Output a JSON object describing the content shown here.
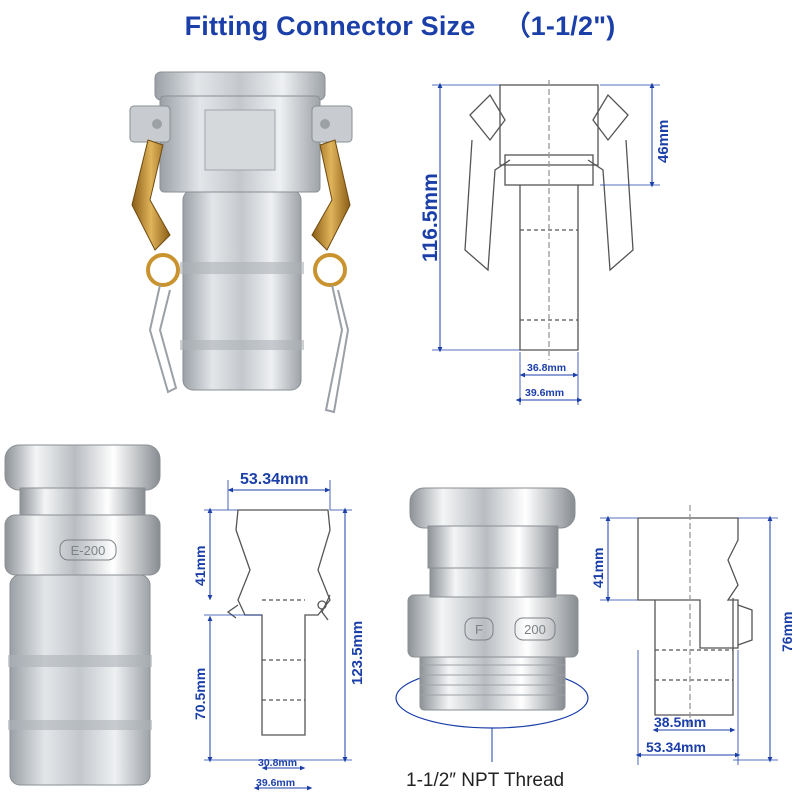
{
  "title": {
    "main": "Fitting Connector Size",
    "size": "（1-1/2\")"
  },
  "colors": {
    "accent": "#1b3fa8",
    "metal": "#c9cdd2",
    "brass": "#b8862e"
  },
  "type_c": {
    "overall": "116.5mm",
    "coupler_height": "46mm",
    "inner_diameter": "36.8mm",
    "outer_diameter": "39.6mm"
  },
  "type_e": {
    "stamp": "E-200",
    "flange_width": "53.34mm",
    "adapter_height": "41mm",
    "overall": "123.5mm",
    "shank_length": "70.5mm",
    "inner_diameter": "30.8mm",
    "outer_diameter": "39.6mm"
  },
  "type_f": {
    "stamp_letter": "F",
    "stamp_size": "200",
    "adapter_height": "41mm",
    "overall": "76mm",
    "thread_diameter": "38.5mm",
    "flange_width": "53.34mm",
    "thread_note": "1-1/2″ NPT Thread"
  }
}
